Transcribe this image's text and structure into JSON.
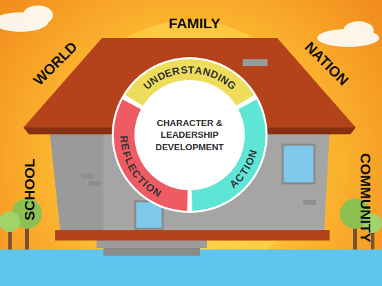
{
  "diagram": {
    "nodes": [
      {
        "text": [
          "CHARACTER & LEADERSHIP DEVELOPMENT"
        ]
      },
      {
        "text": [
          "UNDERSTANDING"
        ]
      },
      {
        "text": [
          "ACTION"
        ]
      },
      {
        "text": [
          "REFLECTION"
        ]
      }
    ],
    "labels": [
      "FAMILY",
      "WORLD",
      "NATION",
      "SCHOOL",
      "COMMUNITY"
    ]
  }
}
